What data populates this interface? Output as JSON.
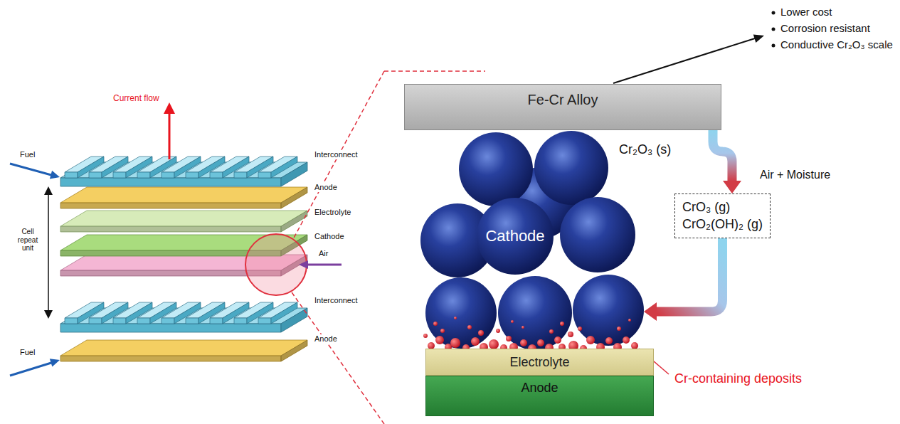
{
  "diagram": {
    "nodes": [
      {
        "text": [
          "Fe-Cr Alloy"
        ]
      },
      {
        "text": [
          "Cathode"
        ]
      },
      {
        "text": [
          "CrO₃ (g)",
          "CrO₂(OH)₂ (g)"
        ]
      },
      {
        "text": [
          "Electrolyte"
        ]
      },
      {
        "text": [
          "Anode"
        ]
      }
    ],
    "edges": [
      {
        "from": 0,
        "to": 2,
        "arrow": "to",
        "label": "Air + Moisture"
      },
      {
        "from": 2,
        "to": 1,
        "arrow": "to"
      }
    ],
    "labels": [
      "Current flow",
      "Interconnect",
      "Anode",
      "Electrolyte",
      "Cathode",
      "Interconnect",
      "Anode",
      "Fuel",
      "Air",
      "Fuel",
      "Cell repeat unit",
      "Lower cost",
      "Corrosion resistant",
      "Conductive Cr₂O₃ scale",
      "Cr₂O₃ (s)",
      "Cr-containing deposits"
    ]
  }
}
